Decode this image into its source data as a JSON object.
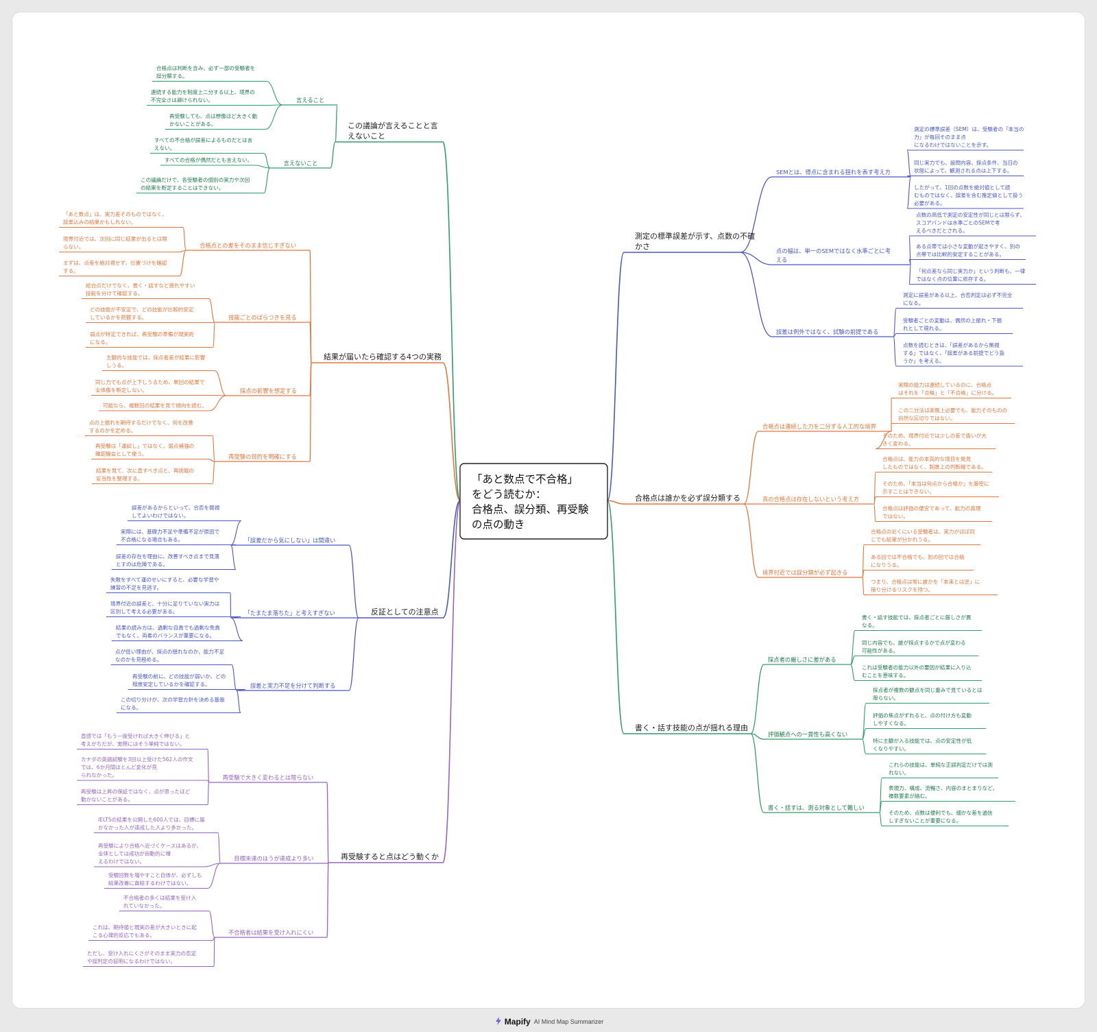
{
  "root": {
    "lines": [
      "「あと数点で不合格」",
      "をどう読むか：",
      "合格点、誤分類、再受験",
      "の点の動き"
    ]
  },
  "colors": {
    "green": "#2f9d6a",
    "orange": "#e0763b",
    "blue": "#4a55c8",
    "purple": "#9464c2",
    "text": "#222222"
  },
  "branches": [
    {
      "color": "green",
      "side": "left",
      "label": [
        "この議論が言えることと言",
        "えないこと"
      ],
      "children": [
        {
          "label": [
            "言えること"
          ],
          "leaves": [
            [
              "合格点は判断を含み、必ず一部の受験者を",
              "誤分類する。"
            ],
            [
              "連続する能力を制度上二分する以上、境界の",
              "不完全さは避けられない。"
            ],
            [
              "再受験しても、点は想像ほど大きく動",
              "かないことがある。"
            ]
          ]
        },
        {
          "label": [
            "言えないこと"
          ],
          "leaves": [
            [
              "すべての不合格が誤差によるものだとは言",
              "えない。"
            ],
            [
              "すべての合格が偶然だとも言えない。"
            ],
            [
              "この議論だけで、各受験者の個別の実力や次回",
              "の結果を断定することはできない。"
            ]
          ]
        }
      ]
    },
    {
      "color": "orange",
      "side": "left",
      "label": [
        "結果が届いたら確認する4つの実務"
      ],
      "children": [
        {
          "label": [
            "合格点との差をそのまま信じすぎない"
          ],
          "leaves": [
            [
              "「あと数点」は、実力差そのものではなく、",
              "誤差込みの結果かもしれない。"
            ],
            [
              "境界付近では、次回に同じ結果が出るとは限",
              "らない。"
            ],
            [
              "まずは、点差を絶対視せず、位置づけを確認",
              "する。"
            ]
          ]
        },
        {
          "label": [
            "技能ごとのばらつきを見る"
          ],
          "leaves": [
            [
              "総合点だけでなく、書く・話すなど揺れやすい",
              "技能を分けて確認する。"
            ],
            [
              "どの技能が不安定で、どの技能が比較的安定",
              "しているかを把握する。"
            ],
            [
              "弱点が特定できれば、再受験の準備が現実的",
              "になる。"
            ]
          ]
        },
        {
          "label": [
            "採点の影響を想定する"
          ],
          "leaves": [
            [
              "主観的な技能では、採点者差が結果に影響",
              "しうる。"
            ],
            [
              "同じ力でも点が上下しうるため、単回の結果で",
              "全体像を断定しない。"
            ],
            [
              "可能なら、複数回の結果を見て傾向を読む。"
            ]
          ]
        },
        {
          "label": [
            "再受験の目的を明確にする"
          ],
          "leaves": [
            [
              "点の上振れを期待するだけでなく、何を改善",
              "するのかを定める。"
            ],
            [
              "再受験は「運試し」ではなく、弱点補強の",
              "確認機会として使う。"
            ],
            [
              "結果を見て、次に直すべき点と、再挑戦の",
              "妥当性を整理する。"
            ]
          ]
        }
      ]
    },
    {
      "color": "blue",
      "side": "left",
      "label": [
        "反証としての注意点"
      ],
      "children": [
        {
          "label": [
            "「誤差だから気にしない」は間違い"
          ],
          "leaves": [
            [
              "誤差があるからといって、合否を軽視",
              "してよいわけではない。"
            ],
            [
              "実際には、基礎力不足や準備不足が原因で",
              "不合格になる場合もある。"
            ],
            [
              "誤差の存在を理由に、改善すべき点まで見落",
              "とすのは危険である。"
            ]
          ]
        },
        {
          "label": [
            "「たまたま落ちた」と考えすぎない"
          ],
          "leaves": [
            [
              "失敗をすべて運のせいにすると、必要な学習や",
              "練習の不足を見逃す。"
            ],
            [
              "境界付近の誤差と、十分に足りていない実力は",
              "区別して考える必要がある。"
            ],
            [
              "結果の読み方は、過剰な自責でも過剰な免責",
              "でもなく、両者のバランスが重要になる。"
            ]
          ]
        },
        {
          "label": [
            "誤差と実力不足を分けて判断する"
          ],
          "leaves": [
            [
              "点が低い理由が、採点の揺れなのか、能力不足",
              "なのかを見極める。"
            ],
            [
              "再受験の前に、どの技能が弱いか、どの",
              "程度安定しているかを確認する。"
            ],
            [
              "この切り分けが、次の学習方針を決める基盤",
              "になる。"
            ]
          ]
        }
      ]
    },
    {
      "color": "purple",
      "side": "left",
      "label": [
        "再受験すると点はどう動くか"
      ],
      "children": [
        {
          "label": [
            "再受験で大きく変わるとは限らない"
          ],
          "leaves": [
            [
              "直感では「もう一度受ければ大きく伸びる」と",
              "考えがちだが、実際にはそう単純ではない。"
            ],
            [
              "カナダの英語試験を3回以上受けた562人の作文",
              "では、6か月間ほとんど変化が見",
              "られなかった。"
            ],
            [
              "再受験は上昇の保証ではなく、点が思ったほど",
              "動かないことがある。"
            ]
          ]
        },
        {
          "label": [
            "目標未達のほうが達成より多い"
          ],
          "leaves": [
            [
              "IELTSの結果を公開した600人では、目標に届",
              "かなかった人が達成した人より多かった。"
            ],
            [
              "再受験により合格へ近づくケースはあるが、",
              "全体としては成功が自動的に増",
              "えるわけではない。"
            ],
            [
              "受験回数を増やすこと自体が、必ずしも",
              "結果改善に直結するわけではない。"
            ]
          ]
        },
        {
          "label": [
            "不合格者は結果を受け入れにくい"
          ],
          "leaves": [
            [
              "不合格者の多くは結果を受け入",
              "れていなかった。"
            ],
            [
              "これは、期待値と現実の差が大きいときに起",
              "こる心理的反応でもある。"
            ],
            [
              "ただし、受け入れにくさがそのまま実力の否定",
              "や誤判定の証明になるわけではない。"
            ]
          ]
        }
      ]
    },
    {
      "color": "blue",
      "side": "right",
      "label": [
        "測定の標準誤差が示す、点数の不確",
        "かさ"
      ],
      "children": [
        {
          "label": [
            "SEMとは、得点に含まれる揺れを表す考え方"
          ],
          "leaves": [
            [
              "測定の標準誤差（SEM）は、受験者の「本当の",
              "力」が毎回そのまま点",
              "になるわけではないことを示す。"
            ],
            [
              "同じ実力でも、設問内容、採点条件、当日の",
              "状態によって、観測される点は上下する。"
            ],
            [
              "したがって、1回の点数を絶対値として読",
              "むものではなく、誤差を含む推定値として扱う",
              "必要がある。"
            ]
          ]
        },
        {
          "label": [
            "点の幅は、単一のSEMではなく水準ごとに考",
            "える"
          ],
          "leaves": [
            [
              "点数の高低で測定の安定性が同じとは限らず、",
              "スコアバンドは水準ごとのSEMで考",
              "えるべきだとされる。"
            ],
            [
              "ある点帯では小さな変動が起きやすく、別の",
              "点帯では比較的安定することがある。"
            ],
            [
              "「何点差なら同じ実力か」という判断も、一律",
              "ではなく点の位置に依存する。"
            ]
          ]
        },
        {
          "label": [
            "誤差は例外ではなく、試験の前提である"
          ],
          "leaves": [
            [
              "測定に誤差がある以上、合否判定は必ず不完全",
              "になる。"
            ],
            [
              "受験者ごとの変動は、偶然の上振れ・下振",
              "れとして現れる。"
            ],
            [
              "点数を読むときは、「誤差があるから無視",
              "する」ではなく、「誤差がある前提でどう扱",
              "うか」を考える。"
            ]
          ]
        }
      ]
    },
    {
      "color": "orange",
      "side": "right",
      "label": [
        "合格点は誰かを必ず誤分類する"
      ],
      "children": [
        {
          "label": [
            "合格点は連続した力を二分する人工的な境界"
          ],
          "leaves": [
            [
              "実際の能力は連続しているのに、合格点",
              "はそれを「合格」と「不合格」に分ける。"
            ],
            [
              "この二分法は実務上必要でも、能力そのものの",
              "自然な区切りではない。"
            ],
            [
              "そのため、境界付近では少しの差で扱いが大",
              "きく変わる。"
            ]
          ]
        },
        {
          "label": [
            "真の合格点は存在しないという考え方"
          ],
          "leaves": [
            [
              "合格点は、能力の本質的な境目を発見",
              "したものではなく、制度上の判断線である。"
            ],
            [
              "そのため、「本当は何点から合格か」を厳密に",
              "示すことはできない。"
            ],
            [
              "合格点は評価の便宜であって、能力の真理",
              "ではない。"
            ]
          ]
        },
        {
          "label": [
            "境界付近では誤分類が必ず起きる"
          ],
          "leaves": [
            [
              "合格点の近くにいる受験者は、実力がほぼ同",
              "じでも結果が分かれうる。"
            ],
            [
              "ある回では不合格でも、別の回では合格",
              "になりうる。"
            ],
            [
              "つまり、合格点は常に誰かを「本来とは逆」に",
              "振り分けるリスクを持つ。"
            ]
          ]
        }
      ]
    },
    {
      "color": "green",
      "side": "right",
      "label": [
        "書く・話す技能の点が揺れる理由"
      ],
      "children": [
        {
          "label": [
            "採点者の厳しさに差がある"
          ],
          "leaves": [
            [
              "書く・話す技能では、採点者ごとに厳しさが異",
              "なる。"
            ],
            [
              "同じ内容でも、誰が採点するかで点が変わる",
              "可能性がある。"
            ],
            [
              "これは受験者の能力以外の要因が結果に入り込",
              "むことを意味する。"
            ]
          ]
        },
        {
          "label": [
            "評価観点への一貫性も高くない"
          ],
          "leaves": [
            [
              "採点者が複数の観点を同じ重みで見ているとは",
              "限らない。"
            ],
            [
              "評価の焦点がずれると、点の付け方も変動",
              "しやすくなる。"
            ],
            [
              "特に主観が入る技能では、点の安定性が低",
              "くなりやすい。"
            ]
          ]
        },
        {
          "label": [
            "書く・話すは、測る対象として難しい"
          ],
          "leaves": [
            [
              "これらの技能は、単純な正誤判定だけでは測",
              "れない。"
            ],
            [
              "表現力、構成、流暢さ、内容のまとまりなど、",
              "複数要素が絡む。"
            ],
            [
              "そのため、点数は便利でも、細かな差を過信",
              "しすぎないことが重要になる。"
            ]
          ]
        }
      ]
    }
  ],
  "footer": {
    "brand": "Mapify",
    "tagline": "AI Mind Map Summarizer"
  }
}
